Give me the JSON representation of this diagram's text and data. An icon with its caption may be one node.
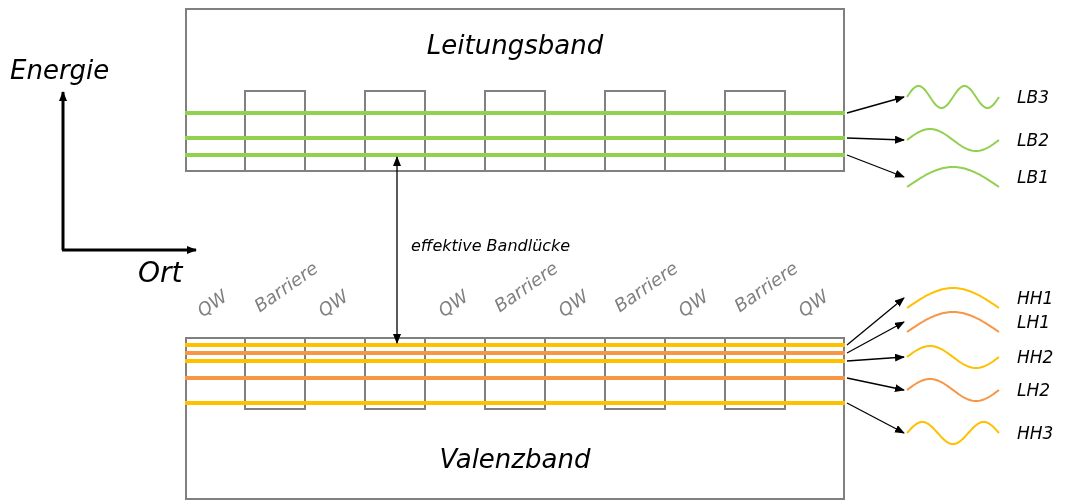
{
  "diagram": {
    "nodes": [
      {
        "text": [
          "Leitungsband"
        ]
      },
      {
        "text": [],
        "shape": "bar",
        "in": 0
      },
      {
        "text": [],
        "shape": "bar",
        "in": 0
      },
      {
        "text": [],
        "shape": "bar",
        "in": 0
      },
      {
        "text": [
          "LB3"
        ]
      },
      {
        "text": [
          "LB2"
        ]
      },
      {
        "text": [
          "LB1"
        ]
      },
      {
        "text": [
          "Valenzband"
        ]
      },
      {
        "text": [],
        "shape": "bar",
        "in": 7
      },
      {
        "text": [],
        "shape": "bar",
        "in": 7
      },
      {
        "text": [],
        "shape": "bar",
        "in": 7
      },
      {
        "text": [],
        "shape": "bar",
        "in": 7
      },
      {
        "text": [],
        "shape": "bar",
        "in": 7
      },
      {
        "text": [
          "HH1"
        ]
      },
      {
        "text": [
          "LH1"
        ]
      },
      {
        "text": [
          "HH2"
        ]
      },
      {
        "text": [
          "LH2"
        ]
      },
      {
        "text": [
          "HH3"
        ]
      }
    ],
    "edges": [
      {
        "from": 1,
        "to": 4,
        "arrow": "to"
      },
      {
        "from": 2,
        "to": 5,
        "arrow": "to"
      },
      {
        "from": 3,
        "to": 6,
        "arrow": "to"
      },
      {
        "from": 3,
        "to": 8,
        "arrow": "both",
        "label": "effektive Bandlücke"
      },
      {
        "from": 8,
        "to": 13,
        "arrow": "to"
      },
      {
        "from": 9,
        "to": 14,
        "arrow": "to"
      },
      {
        "from": 10,
        "to": 15,
        "arrow": "to"
      },
      {
        "from": 11,
        "to": 16,
        "arrow": "to"
      },
      {
        "from": 12,
        "to": 17,
        "arrow": "to"
      }
    ],
    "labels": [
      "Energie",
      "Ort",
      "QW",
      "Barriere",
      "QW",
      "QW",
      "Barriere",
      "QW",
      "Barriere",
      "QW",
      "Barriere",
      "QW"
    ]
  }
}
